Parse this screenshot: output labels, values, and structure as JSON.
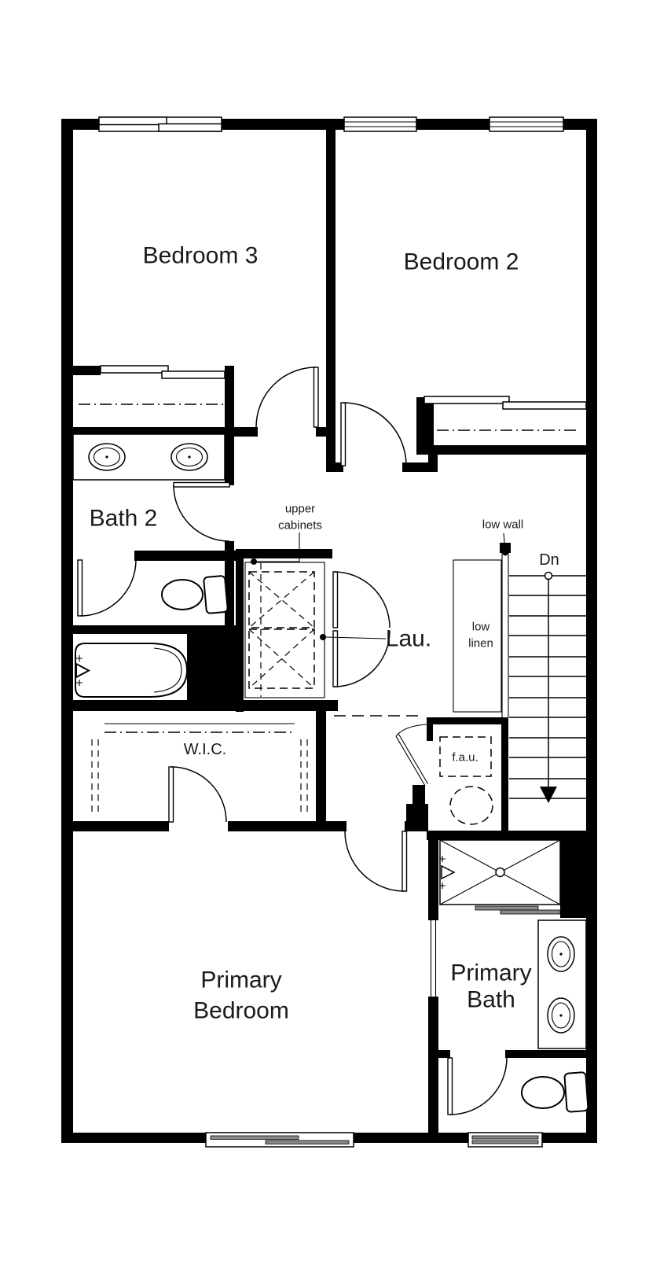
{
  "floor_plan": {
    "rooms": {
      "bedroom3": {
        "label": "Bedroom 3"
      },
      "bedroom2": {
        "label": "Bedroom 2"
      },
      "bath2": {
        "label": "Bath 2"
      },
      "laundry": {
        "label": "Lau."
      },
      "walk_in_closet": {
        "label": "W.I.C."
      },
      "primary_bedroom": {
        "label_line1": "Primary",
        "label_line2": "Bedroom"
      },
      "primary_bath": {
        "label_line1": "Primary",
        "label_line2": "Bath"
      }
    },
    "annotations": {
      "upper_cabinets": {
        "line1": "upper",
        "line2": "cabinets"
      },
      "low_wall": {
        "label": "low wall"
      },
      "low_linen": {
        "line1": "low",
        "line2": "linen"
      },
      "fau": {
        "label": "f.a.u."
      },
      "stairs": {
        "direction_label": "Dn"
      }
    },
    "colors": {
      "wall": "#000000",
      "line": "#000000",
      "text": "#1a1a1a",
      "window_sash": "#8a8a8a",
      "background": "#ffffff"
    }
  }
}
